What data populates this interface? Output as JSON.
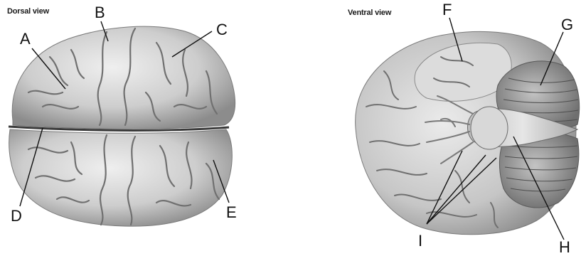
{
  "dorsal": {
    "title": "Dorsal view",
    "labels": [
      "A",
      "B",
      "C",
      "D",
      "E"
    ]
  },
  "ventral": {
    "title": "Ventral view",
    "labels": [
      "F",
      "G",
      "H",
      "I"
    ]
  },
  "colors": {
    "tissue": "#cfcfcf",
    "tissue_dark": "#8f8f8f",
    "sulcus": "#6e6e6e",
    "line": "#111111"
  }
}
